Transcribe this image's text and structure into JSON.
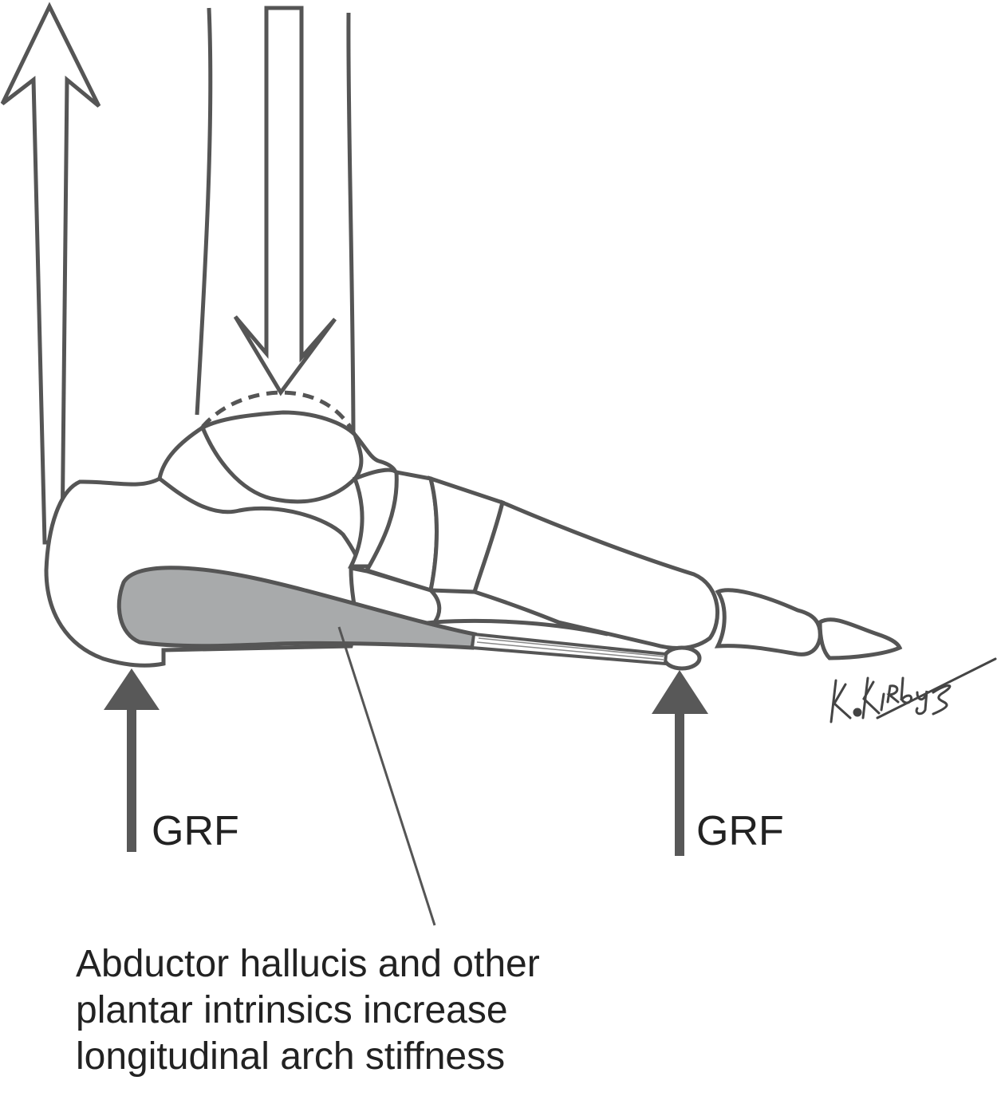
{
  "labels": {
    "grf_left": "GRF",
    "grf_right": "GRF",
    "caption_lines": [
      "Abductor hallucis and other",
      "plantar intrinsics increase",
      "longitudinal arch stiffness"
    ],
    "signature": "K.Kirby"
  },
  "colors": {
    "outline": "#555555",
    "muscle_fill": "#a8aaab",
    "arrow_fill": "#585858",
    "bone_fill": "#ffffff"
  }
}
